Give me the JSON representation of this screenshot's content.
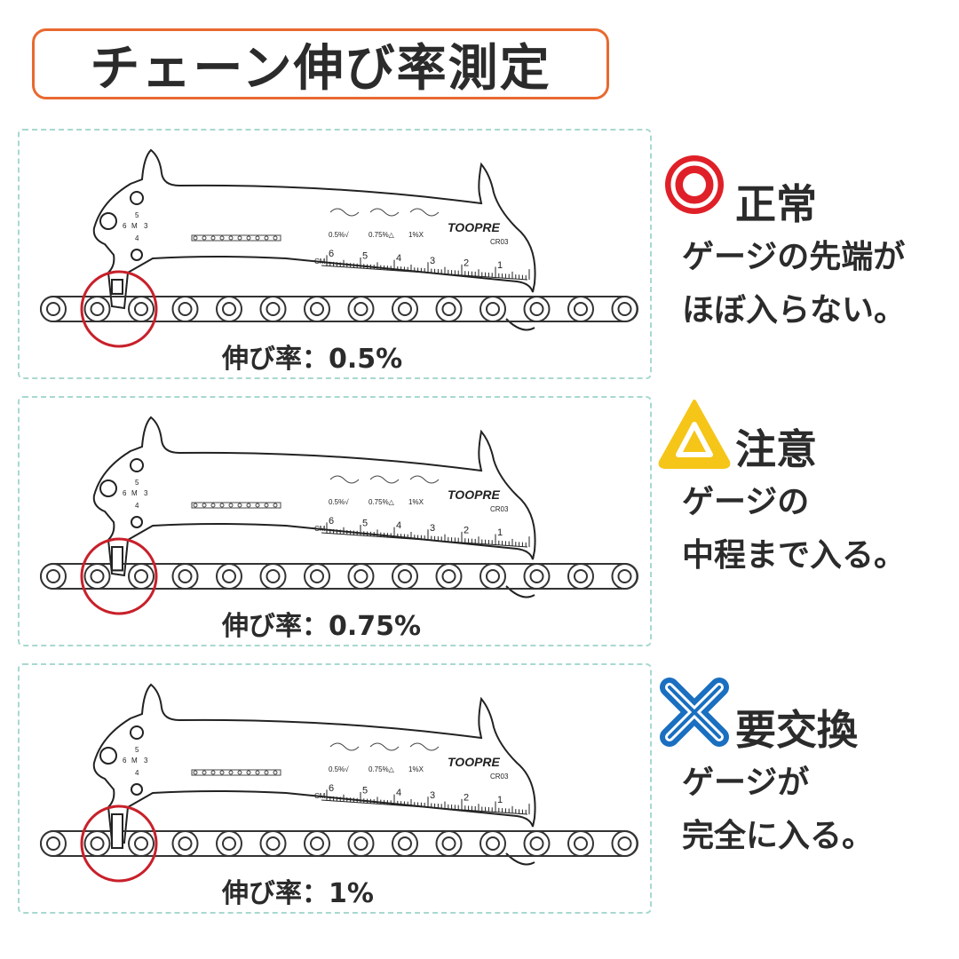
{
  "title": "チェーン伸び率測定",
  "gauge": {
    "brand": "TOOPRE",
    "model": "CR03",
    "hole_labels": [
      "5",
      "6",
      "M",
      "3",
      "4"
    ],
    "scale_unit": "CM",
    "scale_numbers": [
      "6",
      "5",
      "4",
      "3",
      "2",
      "1"
    ],
    "wear_marks": [
      "0.5%√",
      "0.75%△",
      "1%X"
    ]
  },
  "panels": [
    {
      "rate_label": "伸び率：0.5%",
      "gauge_depth": 0.15
    },
    {
      "rate_label": "伸び率：0.75%",
      "gauge_depth": 0.55
    },
    {
      "rate_label": "伸び率：1%",
      "gauge_depth": 1.0
    }
  ],
  "statuses": [
    {
      "icon": "circle-icon",
      "color": "#e02028",
      "title": "正常",
      "lines": [
        "ゲージの先端が",
        "ほぼ入らない。"
      ]
    },
    {
      "icon": "triangle-icon",
      "color": "#f5c518",
      "title": "注意",
      "lines": [
        "ゲージの",
        "中程まで入る。"
      ]
    },
    {
      "icon": "cross-icon",
      "color": "#1a6fc0",
      "title": "要交換",
      "lines": [
        "ゲージが",
        "完全に入る。"
      ]
    }
  ],
  "colors": {
    "title_border": "#e8692f",
    "panel_border": "#a8d8d0",
    "highlight_circle": "#c8202a"
  }
}
